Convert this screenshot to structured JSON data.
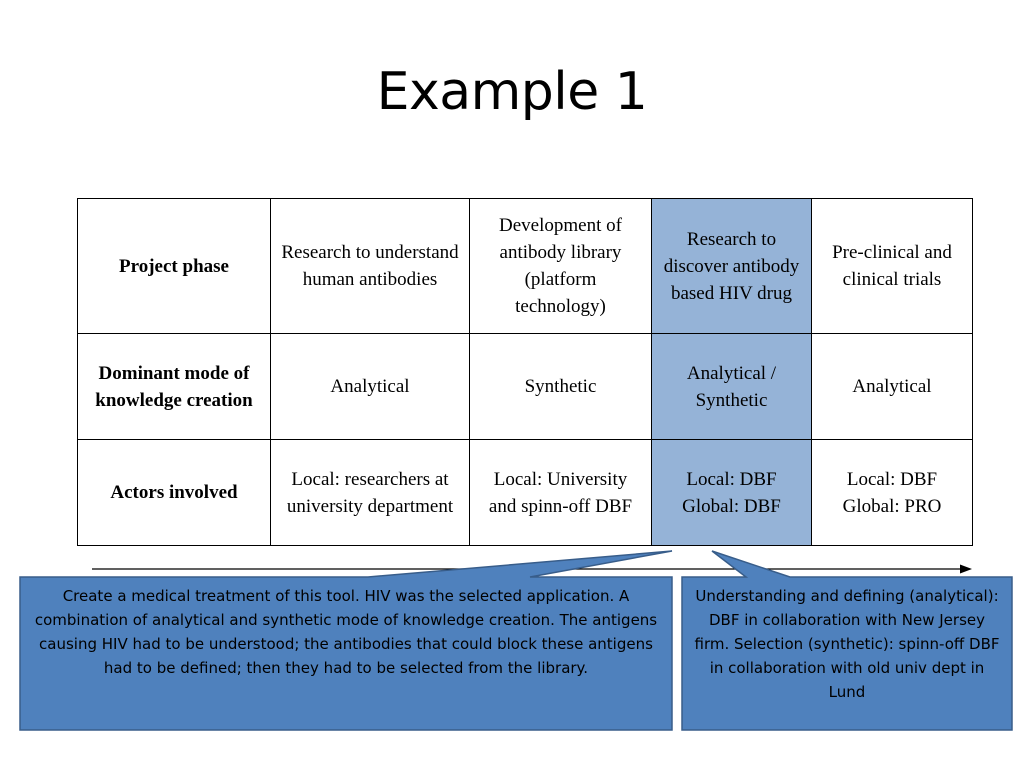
{
  "slide": {
    "title": "Example 1"
  },
  "table": {
    "rows": [
      {
        "header": "Project phase",
        "cells": [
          "Research to understand human antibodies",
          "Development of antibody library (platform technology)",
          "Research to discover antibody based HIV drug",
          "Pre-clinical and clinical trials"
        ]
      },
      {
        "header": "Dominant mode of knowledge creation",
        "cells": [
          "Analytical",
          "Synthetic",
          "Analytical / Synthetic",
          "Analytical"
        ]
      },
      {
        "header": "Actors involved",
        "cells": [
          "Local: researchers at university department",
          "Local: University and spinn-off DBF",
          "Local: DBF Global: DBF",
          "Local: DBF Global: PRO"
        ]
      }
    ],
    "highlight_color": "#95b3d7"
  },
  "callouts": {
    "left_text": "Create a medical treatment of this tool. HIV was the selected application. A combination of analytical and synthetic mode of knowledge creation. The antigens causing HIV had to be understood; the antibodies that could block these antigens had to be defined; then they had to be selected from the library.",
    "right_text": "Understanding and defining (analytical): DBF in collaboration with New Jersey firm. Selection (synthetic): spinn-off DBF in collaboration with old univ dept in Lund",
    "fill_color": "#4f81bd",
    "border_color": "#385d8a"
  }
}
